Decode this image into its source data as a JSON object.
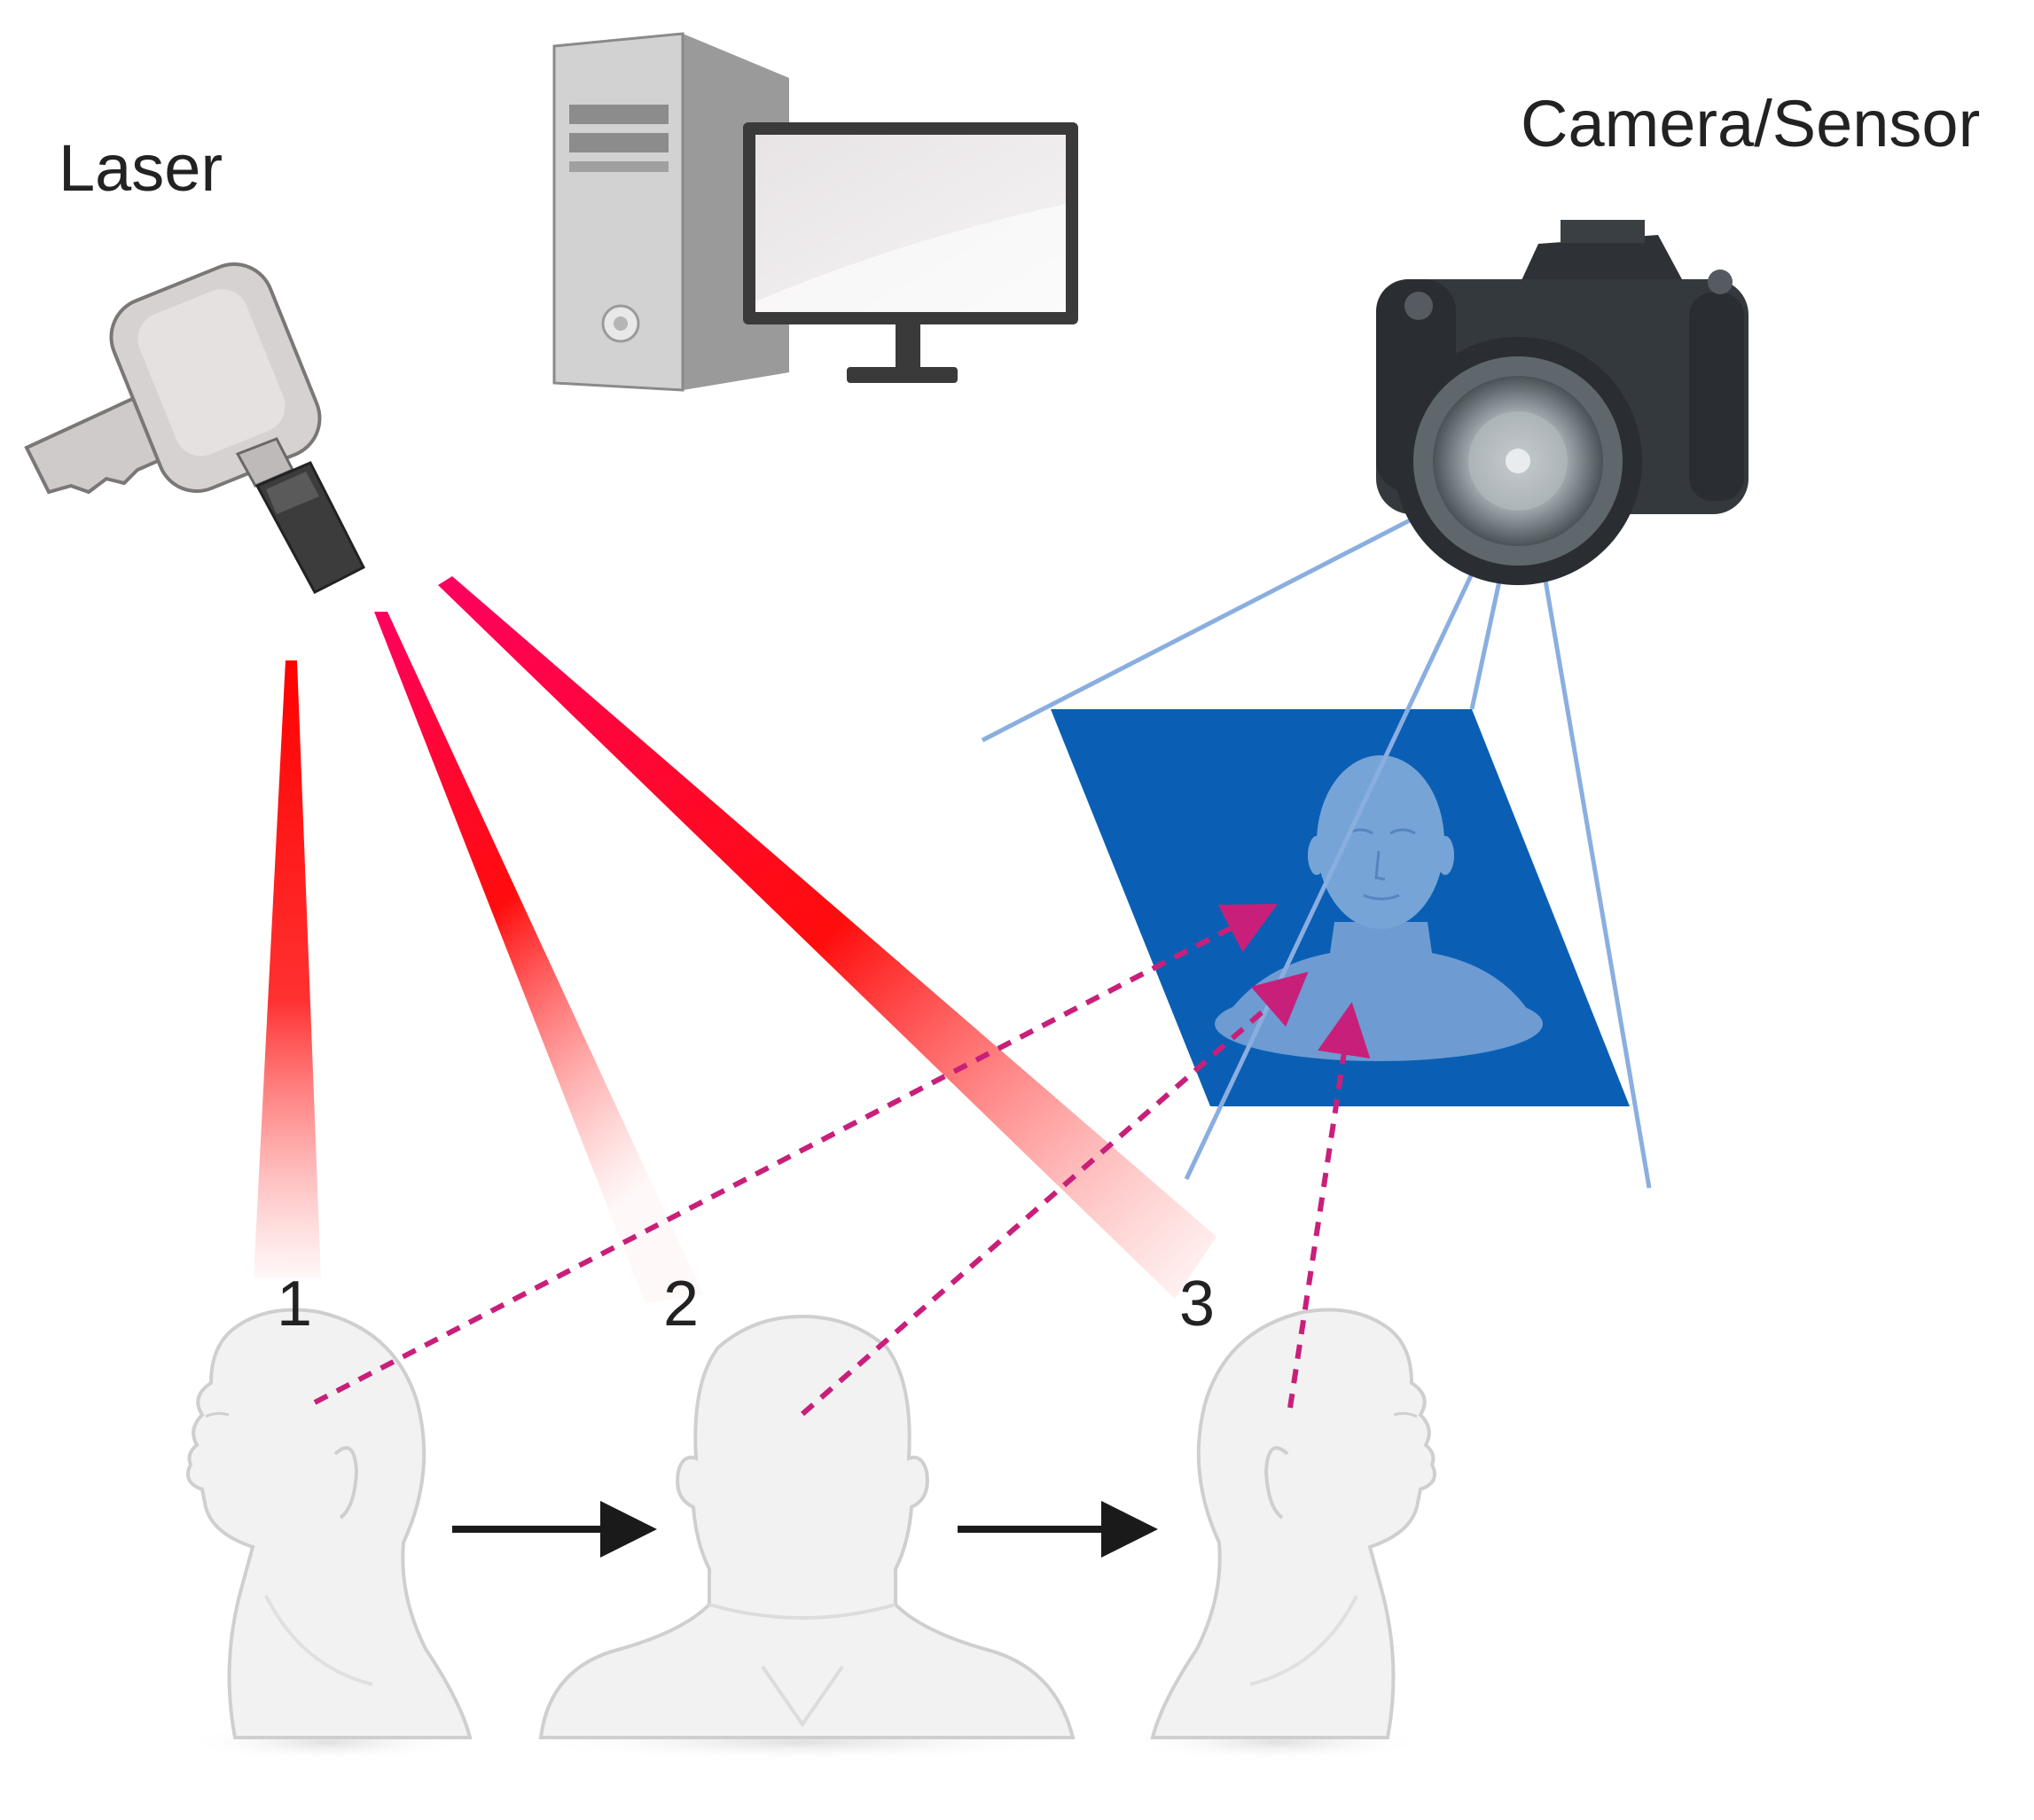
{
  "labels": {
    "laser": "Laser",
    "camera": "Camera/Sensor"
  },
  "positions": [
    {
      "number": "1",
      "view": "left-profile"
    },
    {
      "number": "2",
      "view": "back"
    },
    {
      "number": "3",
      "view": "right-profile"
    }
  ],
  "colors": {
    "laser_beam": "#ff0000",
    "projection_line": "#c8207a",
    "sensor_plane": "#0a5fb4",
    "camera_frustum": "#8aaee0",
    "head_fill": "#f2f2f2",
    "head_stroke": "#cfcfcf",
    "arrow": "#1a1a1a",
    "text": "#222222"
  },
  "icons": [
    "laser-scanner-icon",
    "computer-icon",
    "camera-icon",
    "head-icon",
    "arrow-right-icon"
  ]
}
